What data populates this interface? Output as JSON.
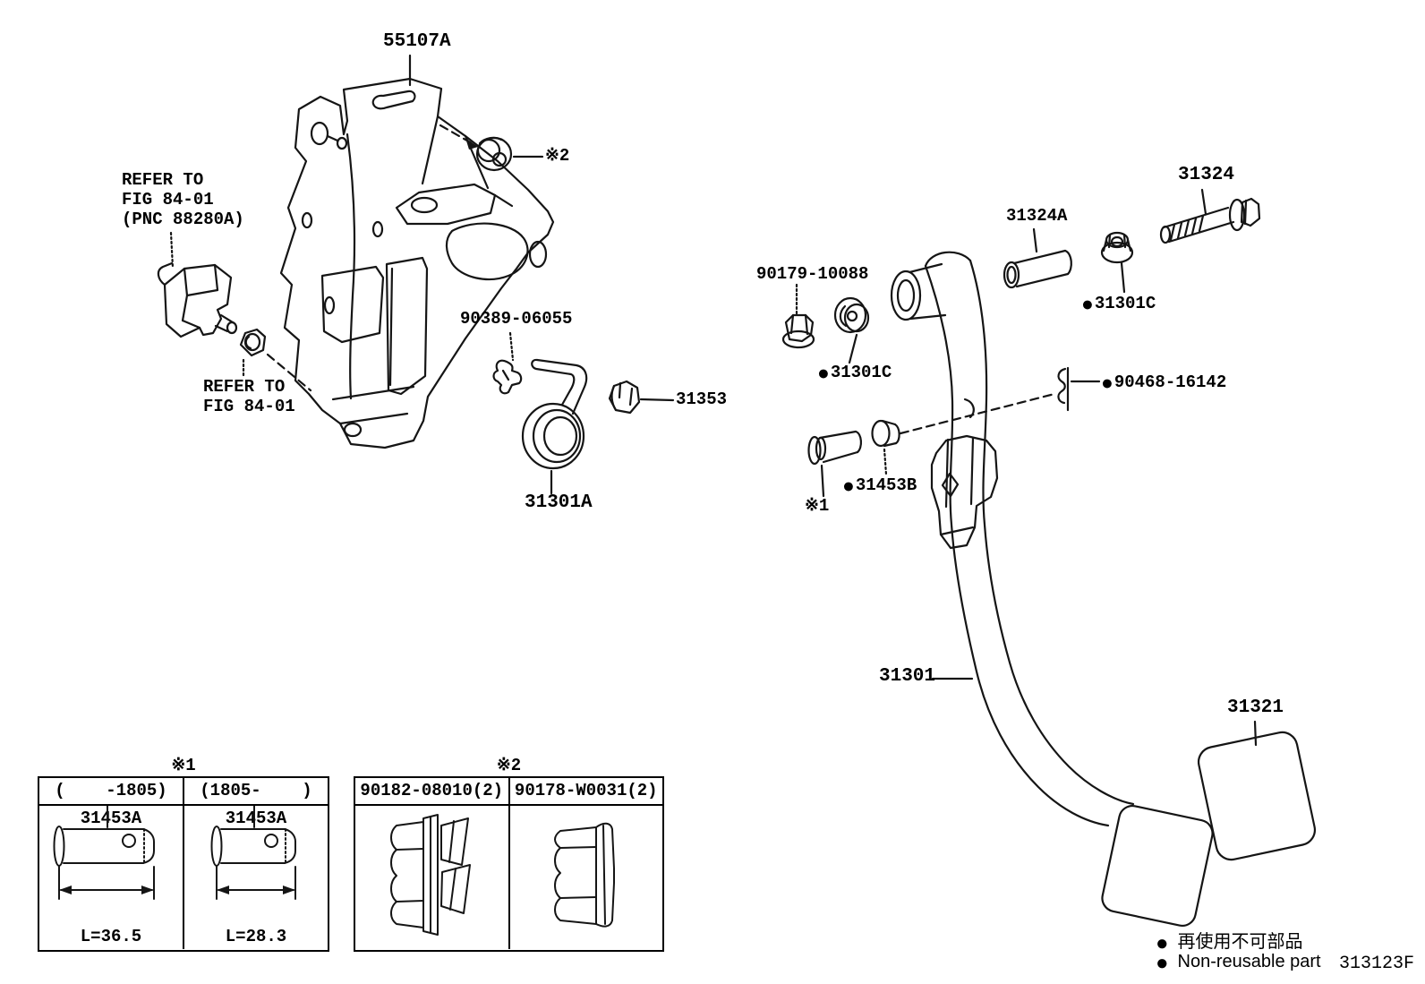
{
  "diagram": {
    "bullet": "●",
    "fig_code": "313123F",
    "legend": {
      "jp": "再使用不可部品",
      "en": "Non-reusable part"
    },
    "labels": {
      "bracket": "55107A",
      "refer_switch": "REFER TO\nFIG 84-01\n(PNC 88280A)",
      "refer_nut": "REFER TO\nFIG 84-01",
      "clip": "90389-06055",
      "nut_31353": "31353",
      "spring": "31301A",
      "nut_90179": "90179-10088",
      "nut_31301c": "31301C",
      "bush": "31324A",
      "bolt": "31324",
      "cotter": "90468-16142",
      "pin_plug": "31453B",
      "pedal": "31301",
      "pad": "31321",
      "star1": "※1",
      "star2": "※2"
    },
    "table_pin": {
      "title": "※1",
      "columns": [
        {
          "header": "(    -1805)",
          "part": "31453A",
          "length": "L=36.5"
        },
        {
          "header": "(1805-    )",
          "part": "31453A",
          "length": "L=28.3"
        }
      ]
    },
    "table_nut": {
      "title": "※2",
      "columns": [
        {
          "header": "90182-08010(2)"
        },
        {
          "header": "90178-W0031(2)"
        }
      ]
    }
  }
}
